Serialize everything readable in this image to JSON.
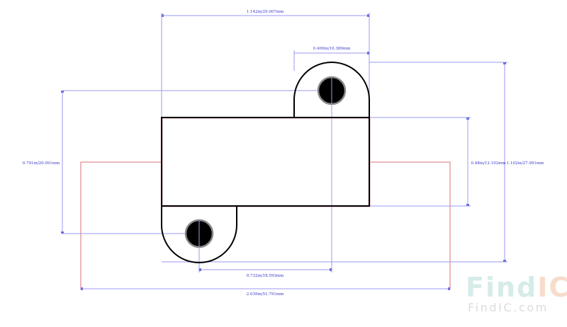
{
  "dimensions": {
    "overall_body_width": "1.142in/29.007mm",
    "top_tab_width": "0.409in/10.389mm",
    "left_pin_pitch_vertical": "0.791in/20.091mm",
    "body_height": "0.48in/12.192mm",
    "overall_height": "1.102in/27.991mm",
    "pin_horizontal_spacing": "0.732in/18.593mm",
    "overall_lead_width": "2.039in/51.791mm"
  },
  "watermark": {
    "brand_part1": "Find",
    "brand_part2": "IC",
    "domain": "FindIC.com"
  },
  "colors": {
    "dimension": "#9a9af0",
    "dimension_text": "#3333cc",
    "lead": "#d9707a",
    "outline": "#000000"
  }
}
